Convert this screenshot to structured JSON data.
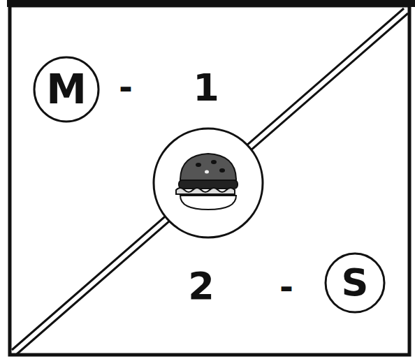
{
  "diagram": {
    "nodes": [
      {
        "text": [
          "M"
        ]
      },
      {
        "text": [
          "S"
        ]
      }
    ],
    "labels": [
      "-",
      "1",
      "2",
      "-"
    ]
  }
}
